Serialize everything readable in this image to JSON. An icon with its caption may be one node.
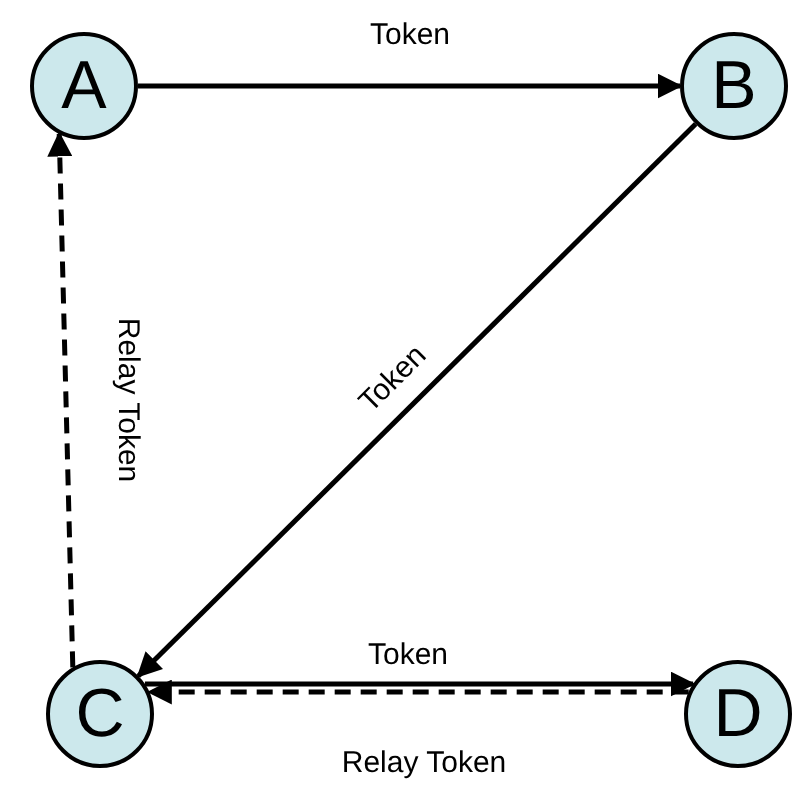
{
  "diagram": {
    "nodes": [
      {
        "text": [
          "A"
        ]
      },
      {
        "text": [
          "B"
        ]
      },
      {
        "text": [
          "C"
        ]
      },
      {
        "text": [
          "D"
        ]
      }
    ],
    "edges": [
      {
        "from": 0,
        "to": 1,
        "arrow": "to",
        "label": "Token"
      },
      {
        "from": 1,
        "to": 2,
        "arrow": "to",
        "label": "Token"
      },
      {
        "from": 2,
        "to": 0,
        "arrow": "to",
        "label": "Relay Token",
        "style": "dashed"
      },
      {
        "from": 2,
        "to": 3,
        "arrow": "to",
        "label": "Token"
      },
      {
        "from": 3,
        "to": 2,
        "arrow": "to",
        "label": "Relay Token",
        "style": "dashed"
      }
    ]
  }
}
